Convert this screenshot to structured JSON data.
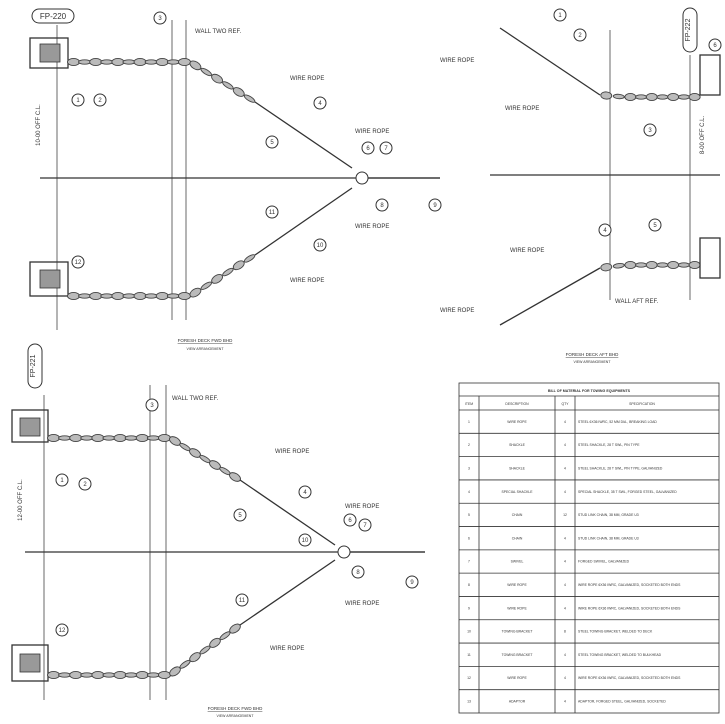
{
  "drawing": {
    "views": [
      {
        "tag": "FP-220",
        "wall_label": "WALL TWO REF.",
        "dim_label": "10-00 OFF C.L.",
        "labels": [
          "WIRE ROPE",
          "WIRE ROPE",
          "WIRE ROPE",
          "WIRE ROPE"
        ],
        "bubbles": [
          "1",
          "2",
          "3",
          "4",
          "5",
          "6",
          "7",
          "8",
          "9",
          "10",
          "11",
          "12"
        ],
        "caption": "FORESH DECK FWD BHD",
        "subcaption": "VIEW ARRANGEMENT"
      },
      {
        "tag": "FP-221",
        "wall_label": "WALL TWO REF.",
        "dim_label": "12-00 OFF C.L.",
        "labels": [
          "WIRE ROPE",
          "WIRE ROPE",
          "WIRE ROPE",
          "WIRE ROPE"
        ],
        "bubbles": [
          "1",
          "2",
          "3",
          "4",
          "5",
          "6",
          "7",
          "8",
          "9",
          "10",
          "11",
          "12"
        ],
        "caption": "FORESH DECK FWD BHD",
        "subcaption": "VIEW ARRANGEMENT"
      },
      {
        "tag": "FP-222",
        "wall_label": "WALL AFT REF.",
        "dim_label": "8-00 OFF C.L.",
        "labels": [
          "WIRE ROPE",
          "WIRE ROPE",
          "WIRE ROPE",
          "WIRE ROPE"
        ],
        "bubbles": [
          "1",
          "2",
          "3",
          "4",
          "5",
          "6"
        ],
        "caption": "FORESH DECK AFT BHD",
        "subcaption": "VIEW ARRANGEMENT"
      }
    ],
    "bom": {
      "title": "BILL OF MATERIAL FOR TOWING EQUIPMENTS",
      "headers": [
        "ITEM",
        "DESCRIPTION",
        "QTY",
        "SPECIFICATION"
      ],
      "rows": [
        {
          "item": "1",
          "desc": "WIRE ROPE",
          "qty": "4",
          "spec": "STEEL 6X36 IWRC, 52 MM DIA., BREAKING LOAD"
        },
        {
          "item": "2",
          "desc": "SHACKLE",
          "qty": "4",
          "spec": "STEEL SHACKLE, 28 T SWL, PIN TYPE"
        },
        {
          "item": "3",
          "desc": "SHACKLE",
          "qty": "4",
          "spec": "STEEL SHACKLE, 28 T SWL, PIN TYPE, GALVANIZED"
        },
        {
          "item": "4",
          "desc": "SPECIAL SHACKLE",
          "qty": "4",
          "spec": "SPECIAL SHACKLE, 35 T SWL, FORGED STEEL, GALVANIZED"
        },
        {
          "item": "5",
          "desc": "CHAIN",
          "qty": "12",
          "spec": "STUD LINK CHAIN, 38 MM, GRADE U3"
        },
        {
          "item": "6",
          "desc": "CHAIN",
          "qty": "4",
          "spec": "STUD LINK CHAIN, 38 MM, GRADE U3"
        },
        {
          "item": "7",
          "desc": "SWIVEL",
          "qty": "4",
          "spec": "FORGED SWIVEL, GALVANIZED"
        },
        {
          "item": "8",
          "desc": "WIRE ROPE",
          "qty": "4",
          "spec": "WIRE ROPE 6X36 IWRC, GALVANIZED, SOCKETED BOTH ENDS"
        },
        {
          "item": "9",
          "desc": "WIRE ROPE",
          "qty": "4",
          "spec": "WIRE ROPE 6X36 IWRC, GALVANIZED, SOCKETED BOTH ENDS"
        },
        {
          "item": "10",
          "desc": "TOWING BRACKET",
          "qty": "8",
          "spec": "STEEL TOWING BRACKET, WELDED TO DECK"
        },
        {
          "item": "11",
          "desc": "TOWING BRACKET",
          "qty": "4",
          "spec": "STEEL TOWING BRACKET, WELDED TO BULKHEAD"
        },
        {
          "item": "12",
          "desc": "WIRE ROPE",
          "qty": "4",
          "spec": "WIRE ROPE 6X36 IWRC, GALVANIZED, SOCKETED BOTH ENDS"
        },
        {
          "item": "13",
          "desc": "ADAPTOR",
          "qty": "4",
          "spec": "ADAPTOR, FORGED STEEL, GALVANIZED, SOCKETED"
        }
      ]
    }
  }
}
